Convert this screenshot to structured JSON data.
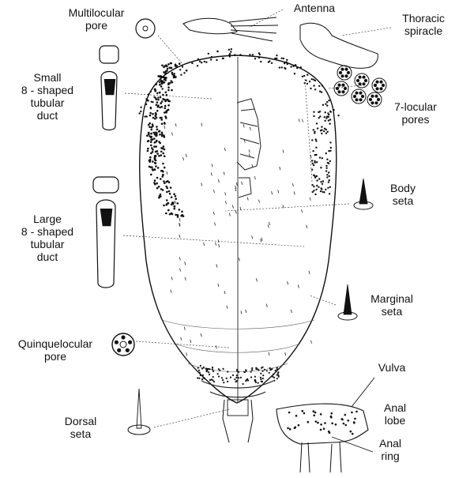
{
  "labels": {
    "multilocular_pore": [
      "Multilocular",
      "pore"
    ],
    "antenna": [
      "Antenna"
    ],
    "thoracic_spiracle": [
      "Thoracic",
      "spiracle"
    ],
    "small_duct": [
      "Small",
      "8 - shaped",
      "tubular",
      "duct"
    ],
    "seven_locular": [
      "7-locular",
      "pores"
    ],
    "body_seta": [
      "Body",
      "seta"
    ],
    "large_duct": [
      "Large",
      "8 - shaped",
      "tubular",
      "duct"
    ],
    "marginal_seta": [
      "Marginal",
      "seta"
    ],
    "quinquelocular_pore": [
      "Quinquelocular",
      "pore"
    ],
    "vulva": [
      "Vulva"
    ],
    "anal_lobe": [
      "Anal",
      "lobe"
    ],
    "dorsal_seta": [
      "Dorsal",
      "seta"
    ],
    "anal_ring": [
      "Anal",
      "ring"
    ]
  },
  "colors": {
    "ink": "#111111",
    "leader": "#444444",
    "background": "#ffffff"
  }
}
